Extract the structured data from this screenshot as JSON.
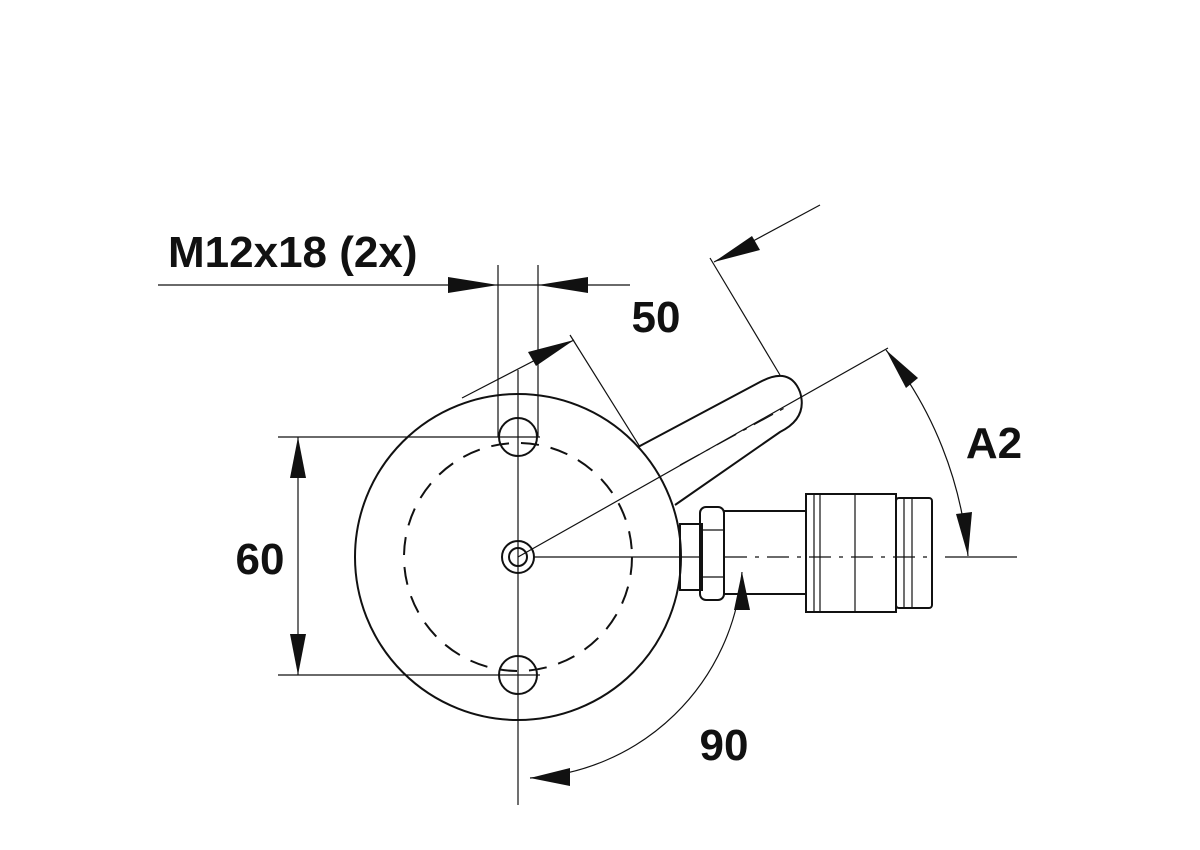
{
  "labels": {
    "thread": "M12x18 (2x)",
    "dim_50": "50",
    "dim_60": "60",
    "dim_90": "90",
    "dim_a2": "A2"
  }
}
